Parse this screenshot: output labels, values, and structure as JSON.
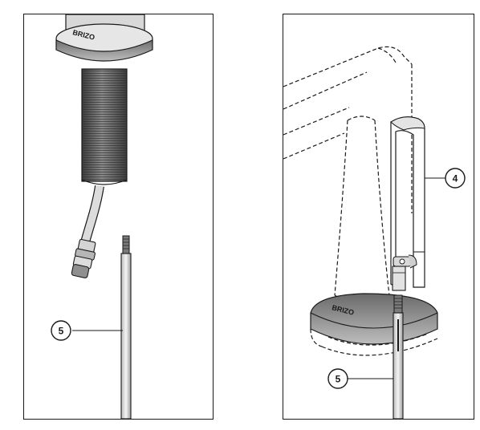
{
  "figure": {
    "left_panel": {
      "callout": "5",
      "brand_mark": "BRIZO"
    },
    "right_panel": {
      "callout_upper": "4",
      "callout_lower": "5",
      "brand_mark": "BRIZO"
    }
  },
  "colors": {
    "line": "#1a1a1a",
    "fill_dark": "#5a5a5a",
    "fill_mid": "#9a9a9a",
    "fill_light": "#d2d2d2"
  }
}
